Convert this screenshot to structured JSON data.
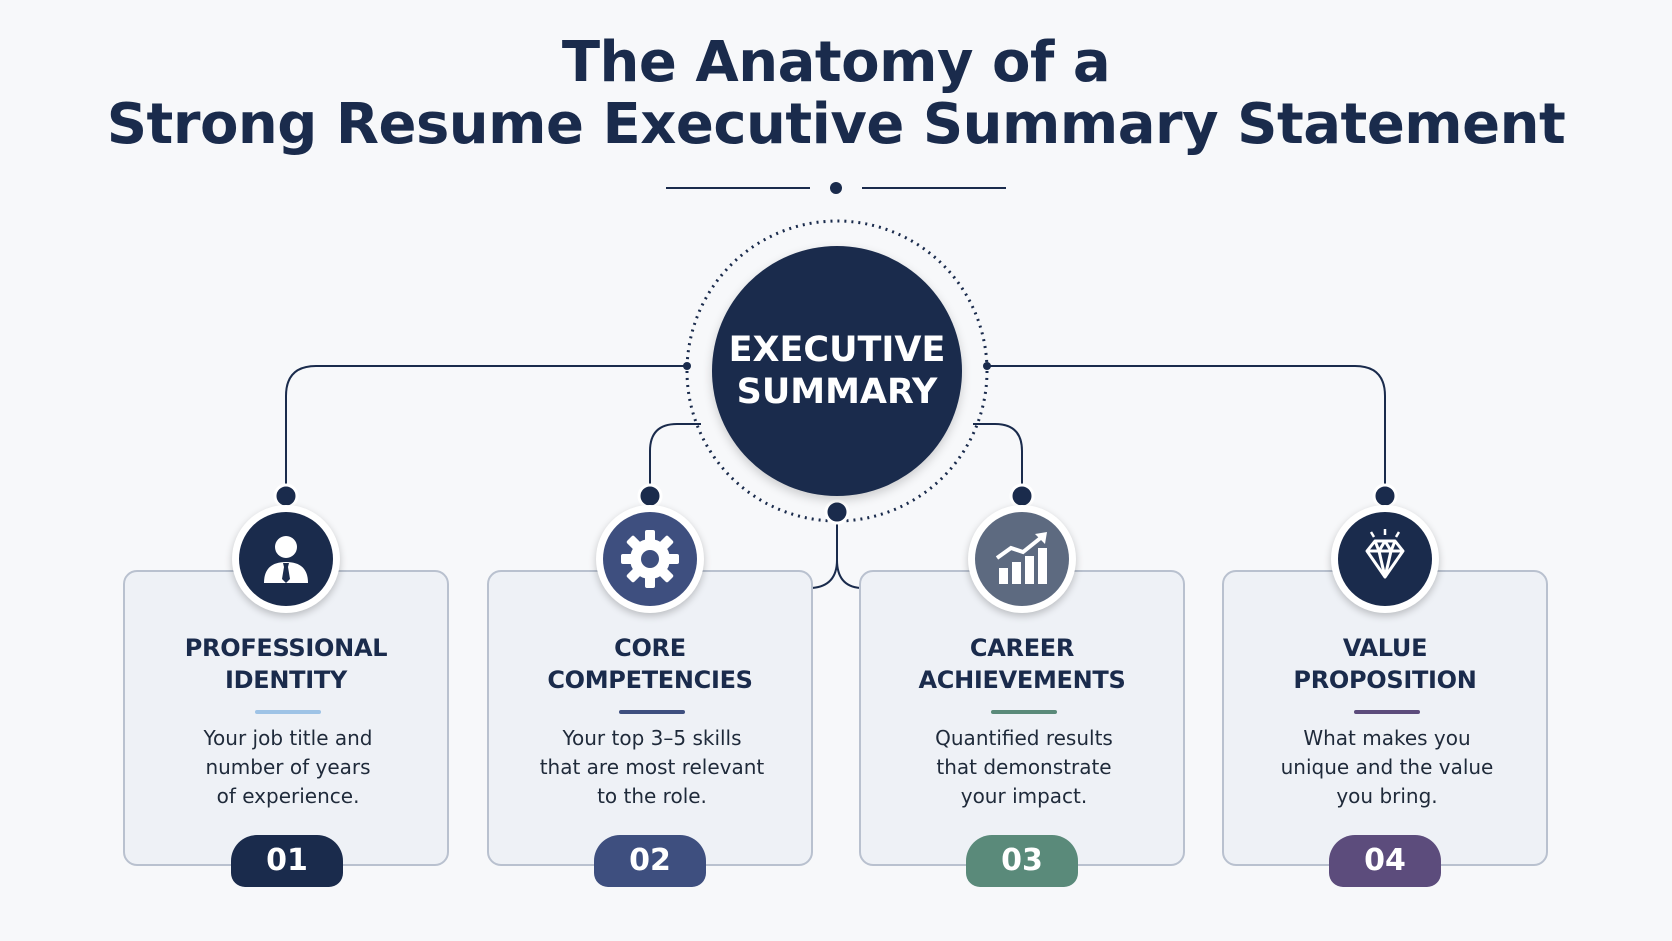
{
  "title": {
    "line1": "The Anatomy of a",
    "line2": "Strong Resume Executive Summary Statement"
  },
  "hub": {
    "line1": "EXECUTIVE",
    "line2": "SUMMARY"
  },
  "components": [
    {
      "number": "01",
      "heading_line1": "PROFESSIONAL",
      "heading_line2": "IDENTITY",
      "desc_line1": "Your job title and",
      "desc_line2": "number of years",
      "desc_line3": "of experience.",
      "icon": "person-icon",
      "accent": "#1a2b4c",
      "divider": "#9ec3e6"
    },
    {
      "number": "02",
      "heading_line1": "CORE",
      "heading_line2": "COMPETENCIES",
      "desc_line1": "Your top 3–5 skills",
      "desc_line2": "that are most relevant",
      "desc_line3": "to the role.",
      "icon": "gear-icon",
      "accent": "#3e4f7f",
      "divider": "#3e4f7f"
    },
    {
      "number": "03",
      "heading_line1": "CAREER",
      "heading_line2": "ACHIEVEMENTS",
      "desc_line1": "Quantified results",
      "desc_line2": "that demonstrate",
      "desc_line3": "your impact.",
      "icon": "growth-chart-icon",
      "accent": "#5a8a7a",
      "divider": "#5a8a7a"
    },
    {
      "number": "04",
      "heading_line1": "VALUE",
      "heading_line2": "PROPOSITION",
      "desc_line1": "What makes you",
      "desc_line2": "unique and the value",
      "desc_line3": "you bring.",
      "icon": "diamond-icon",
      "accent": "#5c4c7c",
      "divider": "#5c4c7c"
    }
  ],
  "colors": {
    "navy": "#1a2b4c",
    "card_border": "#b9c1cf",
    "card_bg": "#eef1f6",
    "background": "#f7f8fa"
  }
}
